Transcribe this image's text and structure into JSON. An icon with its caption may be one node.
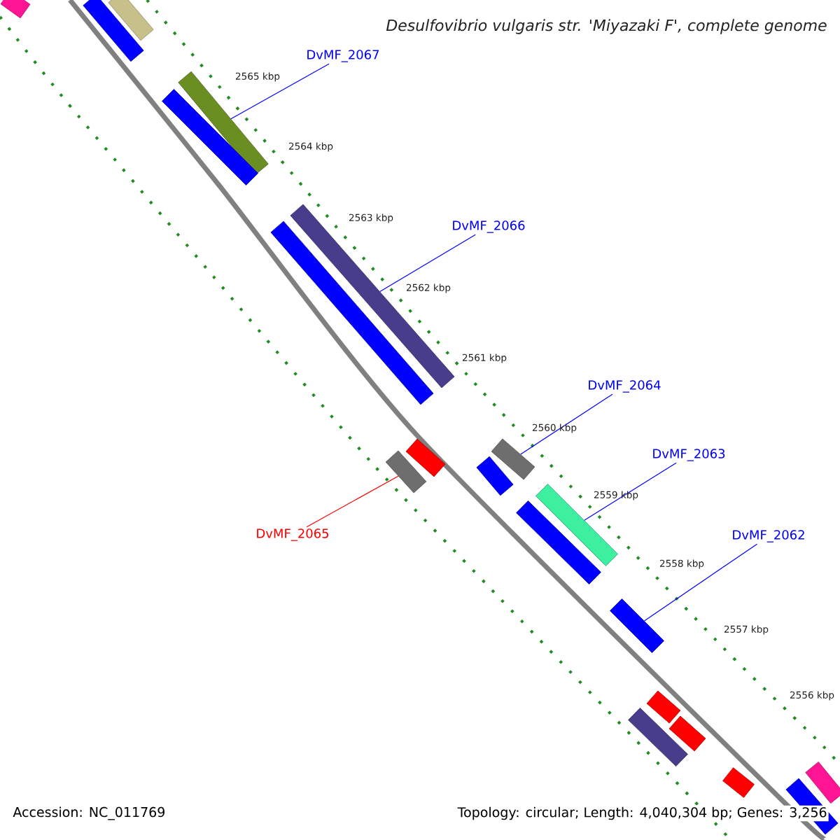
{
  "diagram": {
    "title": "Desulfovibrio vulgaris str. 'Miyazaki F', complete genome",
    "nodes": [
      {
        "text": [
          "DvMF_2067"
        ]
      },
      {
        "text": [
          "DvMF_2066"
        ]
      },
      {
        "text": [
          "DvMF_2064"
        ]
      },
      {
        "text": [
          "DvMF_2063"
        ]
      },
      {
        "text": [
          "DvMF_2065"
        ]
      },
      {
        "text": [
          "DvMF_2062"
        ]
      },
      {
        "text": [],
        "shape": "bar"
      },
      {
        "text": [],
        "shape": "bar"
      },
      {
        "text": [],
        "shape": "bar"
      },
      {
        "text": [],
        "shape": "bar"
      },
      {
        "text": [],
        "shape": "bar"
      },
      {
        "text": [],
        "shape": "bar"
      },
      {
        "text": [],
        "shape": "bar"
      },
      {
        "text": [],
        "shape": "bar"
      },
      {
        "text": [],
        "shape": "bar"
      },
      {
        "text": [],
        "shape": "bar"
      },
      {
        "text": [],
        "shape": "bar"
      },
      {
        "text": [],
        "shape": "bar"
      },
      {
        "text": [],
        "shape": "bar"
      },
      {
        "text": [],
        "shape": "bar"
      },
      {
        "text": [],
        "shape": "bar"
      },
      {
        "text": [],
        "shape": "bar"
      },
      {
        "text": [],
        "shape": "bar"
      },
      {
        "text": [],
        "shape": "bar"
      },
      {
        "text": [],
        "shape": "bar"
      },
      {
        "text": [],
        "shape": "bar"
      }
    ],
    "edges": [
      {
        "from": 0,
        "to": 6,
        "arrow": "none"
      },
      {
        "from": 1,
        "to": 7,
        "arrow": "none"
      },
      {
        "from": 2,
        "to": 8,
        "arrow": "none"
      },
      {
        "from": 3,
        "to": 9,
        "arrow": "none"
      },
      {
        "from": 4,
        "to": 10,
        "arrow": "none",
        "color": "#ff0000"
      },
      {
        "from": 5,
        "to": 11,
        "arrow": "none"
      }
    ],
    "labels": [
      "2565 kbp",
      "2564 kbp",
      "2563 kbp",
      "2562 kbp",
      "2561 kbp",
      "2560 kbp",
      "2559 kbp",
      "2558 kbp",
      "2557 kbp",
      "2556 kbp",
      "Accession: NC_011769",
      "Topology: circular; Length: 4,040,304 bp; Genes: 3,256"
    ]
  }
}
